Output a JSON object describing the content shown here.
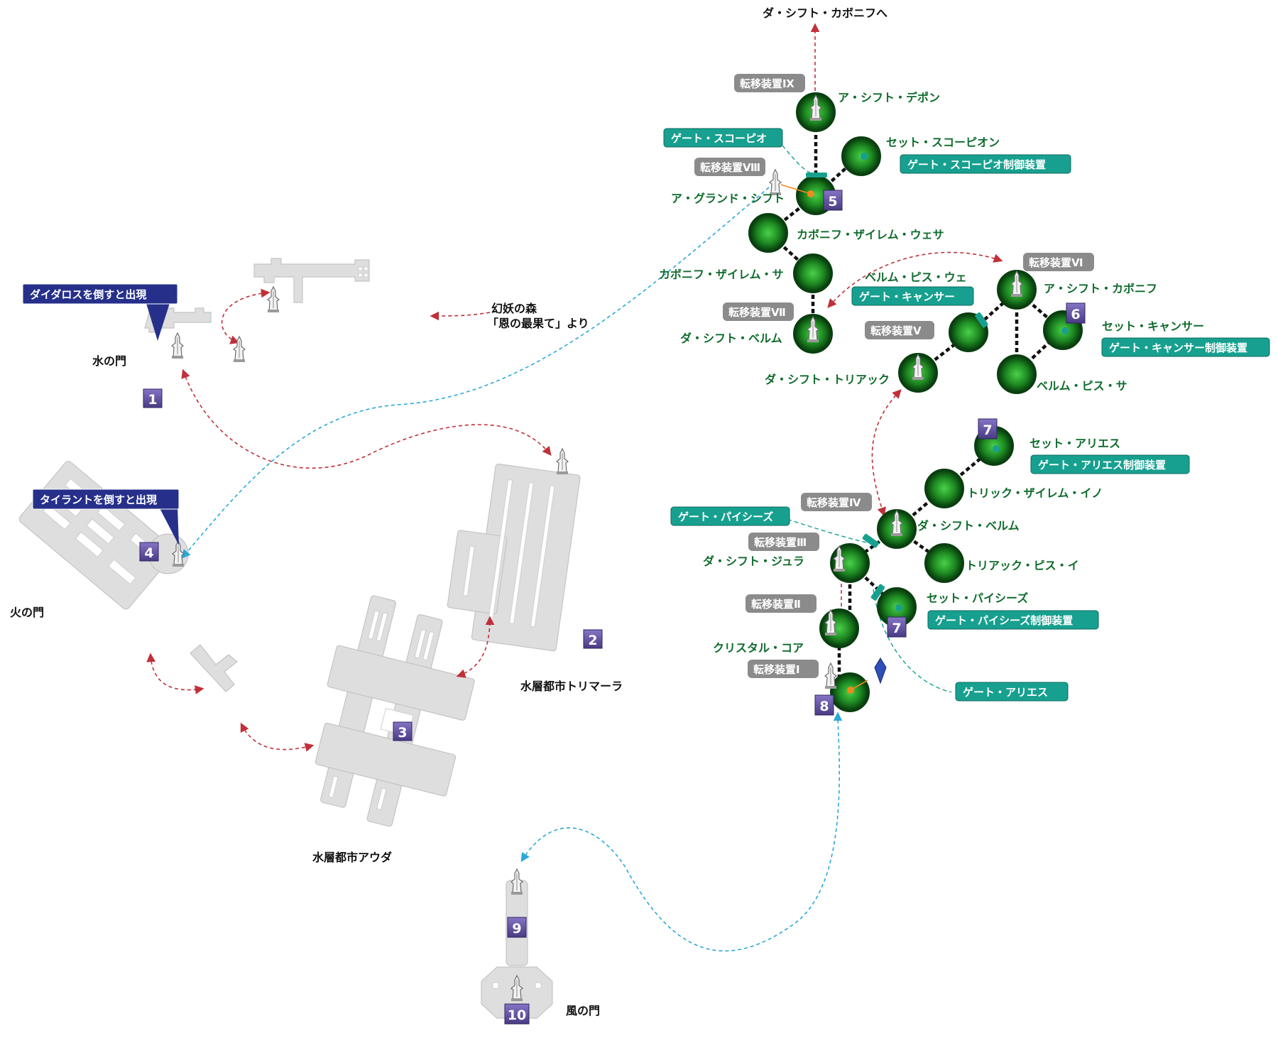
{
  "areas": {
    "mizu_no_mon": "水の門",
    "hi_no_mon": "火の門",
    "kaze_no_mon": "風の門",
    "trimara": "水層都市トリマーラ",
    "auda": "水層都市アウダ",
    "from_forest_line1": "幻妖の森",
    "from_forest_line2": "「恩の最果て」より",
    "to_top": "ダ・シフト・カボニフへ"
  },
  "callouts": {
    "daidalos": "ダイダロスを倒すと出現",
    "tyrant": "タイラントを倒すと出現"
  },
  "markers": [
    "1",
    "2",
    "3",
    "4",
    "5",
    "6",
    "7",
    "7",
    "8",
    "9",
    "10"
  ],
  "nodes": {
    "a_shift_depon": "ア・シフト・デポン",
    "set_scorpion": "セット・スコーピオン",
    "a_grand_shift": "ア・グランド・シフト",
    "kabonif_zairem_wesa": "カボニフ・ザイレム・ウェサ",
    "kabonif_zairem_sa": "カボニフ・ザイレム・サ",
    "da_shift_bellum_top": "ダ・シフト・ベルム",
    "bellum_pis_we": "ベルム・ピス・ウェ",
    "a_shift_kabonif": "ア・シフト・カボニフ",
    "set_cancer": "セット・キャンサー",
    "da_shift_triack": "ダ・シフト・トリアック",
    "bellum_pis_sa": "ベルム・ピス・サ",
    "set_aries": "セット・アリエス",
    "trick_zairem_ino": "トリック・ザイレム・イノ",
    "da_shift_bellum_low": "ダ・シフト・ベルム",
    "da_shift_jura": "ダ・シフト・ジュラ",
    "triack_pis_i": "トリアック・ピス・イ",
    "set_pisces": "セット・パイシーズ",
    "crystal_core": "クリスタル・コア"
  },
  "teleporters": {
    "t9": "転移装置Ⅸ",
    "t8": "転移装置Ⅷ",
    "t7a": "転移装置Ⅶ",
    "t6": "転移装置Ⅵ",
    "t5": "転移装置Ⅴ",
    "t4": "転移装置Ⅳ",
    "t3": "転移装置Ⅲ",
    "t2": "転移装置Ⅱ",
    "t1": "転移装置Ⅰ"
  },
  "gates": {
    "gate_scorpio": "ゲート・スコーピオ",
    "gate_scorpio_ctrl": "ゲート・スコーピオ制御装置",
    "gate_cancer": "ゲート・キャンサー",
    "gate_cancer_ctrl": "ゲート・キャンサー制御装置",
    "gate_aries_ctrl": "ゲート・アリエス制御装置",
    "gate_pisces": "ゲート・パイシーズ",
    "gate_pisces_ctrl": "ゲート・パイシーズ制御装置",
    "gate_aries": "ゲート・アリエス"
  },
  "colors": {
    "marker_purple": "#5b4a93",
    "callout_navy": "#26308a",
    "gate_teal": "#17a08f",
    "teleporter_grey": "#8b8b8b",
    "node_green": "#1f8a2a",
    "route_red": "#c0303a",
    "route_blue": "#2aa8d8"
  }
}
